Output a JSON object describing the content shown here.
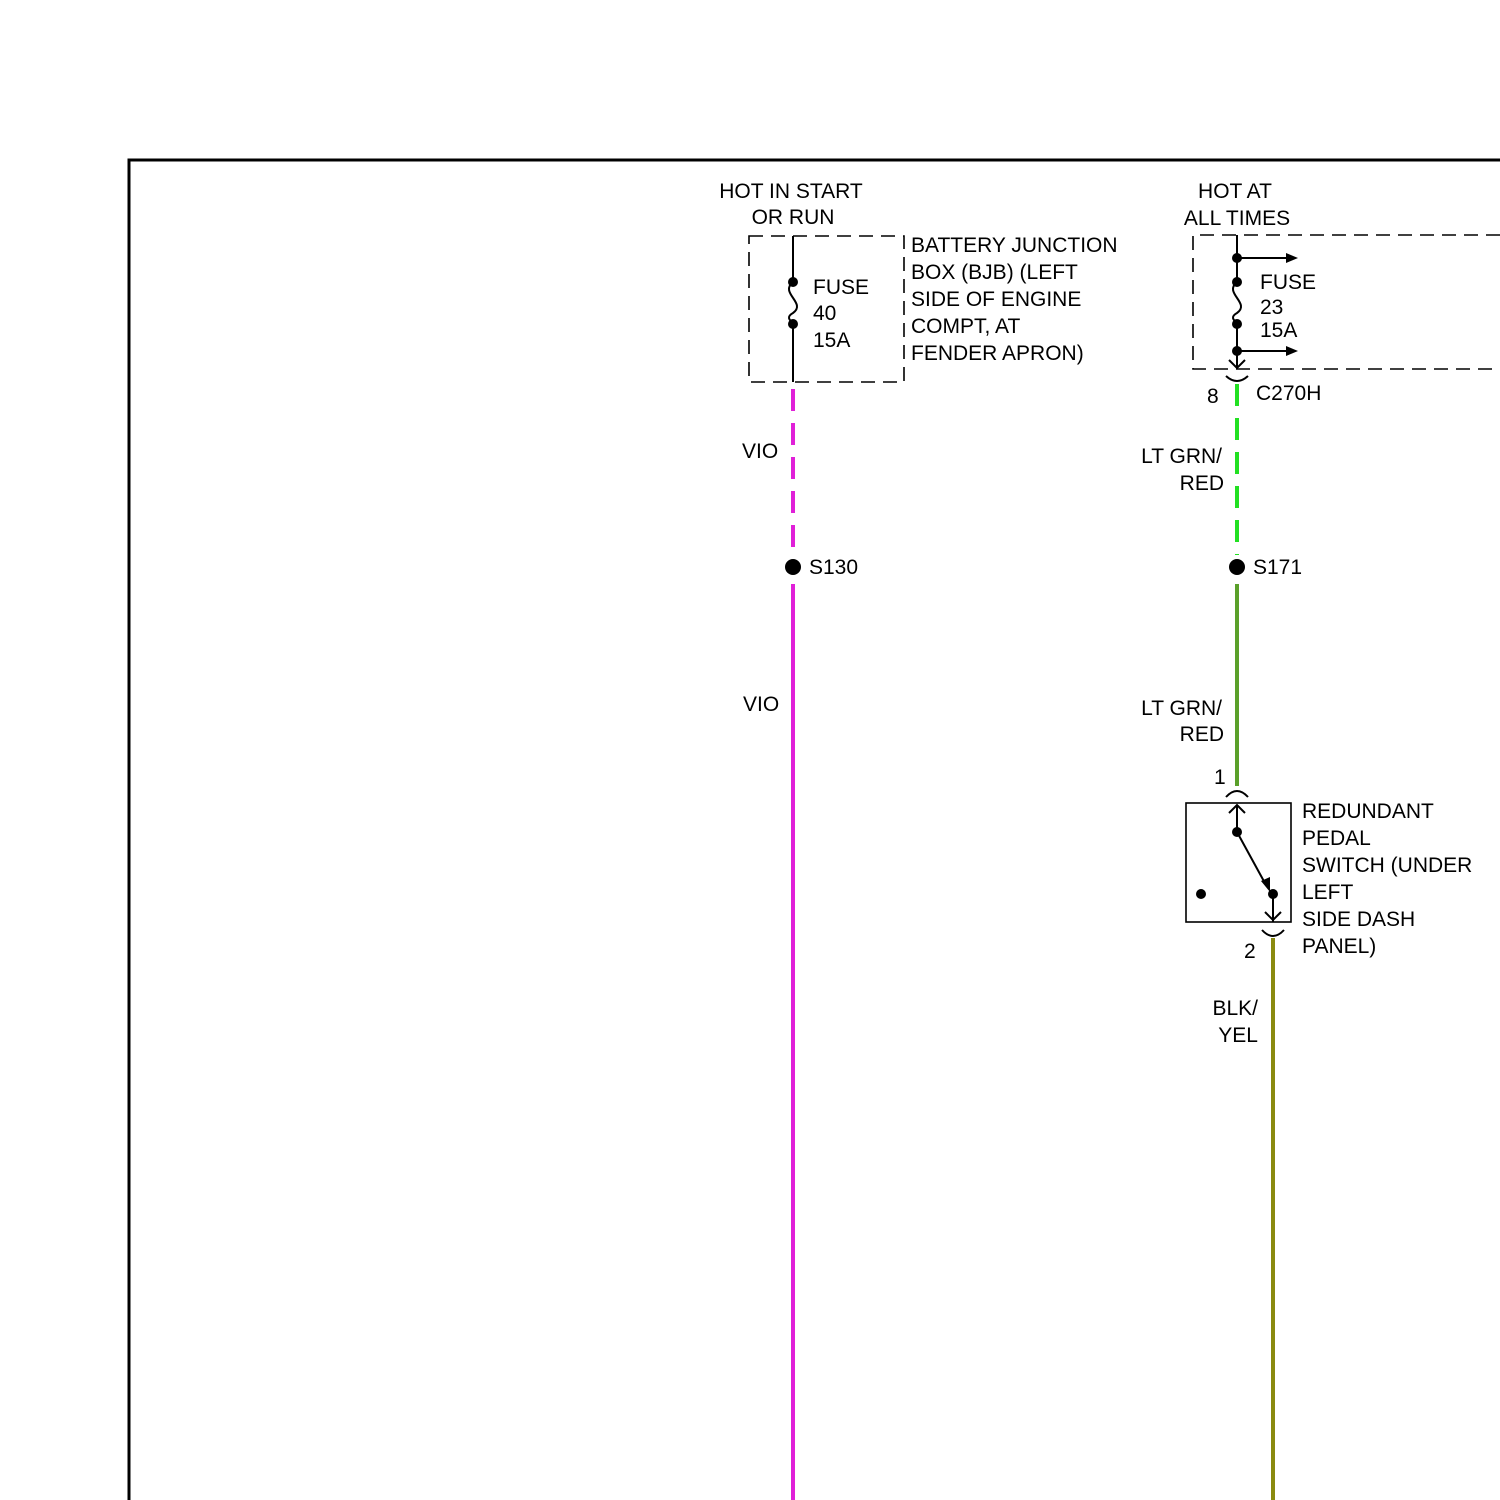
{
  "diagram": {
    "left_circuit": {
      "power_label": [
        "HOT IN START",
        "OR RUN"
      ],
      "fuse_label": [
        "FUSE",
        "40",
        "15A"
      ],
      "junction_box_label": [
        "BATTERY JUNCTION",
        "BOX (BJB) (LEFT",
        "SIDE OF ENGINE",
        "COMPT, AT",
        "FENDER APRON)"
      ],
      "wire_color_upper": "VIO",
      "splice": "S130",
      "wire_color_lower": "VIO"
    },
    "right_circuit": {
      "power_label": [
        "HOT AT",
        "ALL TIMES"
      ],
      "fuse_label": [
        "FUSE",
        "23",
        "15A"
      ],
      "connector_pin": "8",
      "connector": "C270H",
      "wire_color_upper": [
        "LT GRN/",
        "RED"
      ],
      "splice": "S171",
      "wire_color_middle": [
        "LT GRN/",
        "RED"
      ],
      "switch_pin_top": "1",
      "switch_label": [
        "REDUNDANT",
        "PEDAL",
        "SWITCH (UNDER",
        "LEFT",
        "SIDE DASH",
        "PANEL)"
      ],
      "switch_pin_bottom": "2",
      "wire_color_lower": [
        "BLK/",
        "YEL"
      ]
    },
    "colors": {
      "violet": "#e020d8",
      "lt_green": "#22e022",
      "lt_green_solid": "#5aa02a",
      "blk_yel": "#8a8a10",
      "black": "#000000"
    }
  }
}
